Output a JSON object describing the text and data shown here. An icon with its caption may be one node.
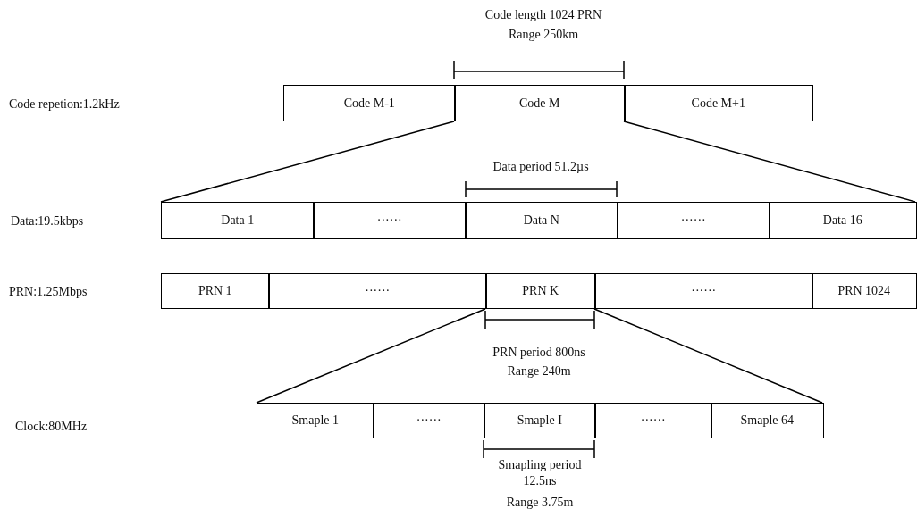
{
  "diagram": {
    "nodes": [
      {
        "text": [
          "Code M-1"
        ]
      },
      {
        "text": [
          "Code M"
        ]
      },
      {
        "text": [
          "Code M+1"
        ]
      },
      {
        "text": [
          "Data 1"
        ]
      },
      {
        "text": [
          "······"
        ]
      },
      {
        "text": [
          "Data N"
        ]
      },
      {
        "text": [
          "······"
        ]
      },
      {
        "text": [
          "Data 16"
        ]
      },
      {
        "text": [
          "PRN 1"
        ]
      },
      {
        "text": [
          "······"
        ]
      },
      {
        "text": [
          "PRN K"
        ]
      },
      {
        "text": [
          "······"
        ]
      },
      {
        "text": [
          "PRN 1024"
        ]
      },
      {
        "text": [
          "Smaple 1"
        ]
      },
      {
        "text": [
          "······"
        ]
      },
      {
        "text": [
          "Smaple I"
        ]
      },
      {
        "text": [
          "······"
        ]
      },
      {
        "text": [
          "Smaple 64"
        ]
      }
    ],
    "edges": [
      {
        "from": 1,
        "to": 3,
        "arrow": "none"
      },
      {
        "from": 1,
        "to": 7,
        "arrow": "none"
      },
      {
        "from": 10,
        "to": 13,
        "arrow": "none"
      },
      {
        "from": 10,
        "to": 17,
        "arrow": "none"
      }
    ],
    "labels": [
      "Code length 1024 PRN",
      "Range 250km",
      "Code repetion:1.2kHz",
      "Data period 51.2µs",
      "Data:19.5kbps",
      "PRN:1.25Mbps",
      "PRN period 800ns",
      "Range 240m",
      "Clock:80MHz",
      "Smapling period 12.5ns",
      "Range 3.75m"
    ]
  }
}
